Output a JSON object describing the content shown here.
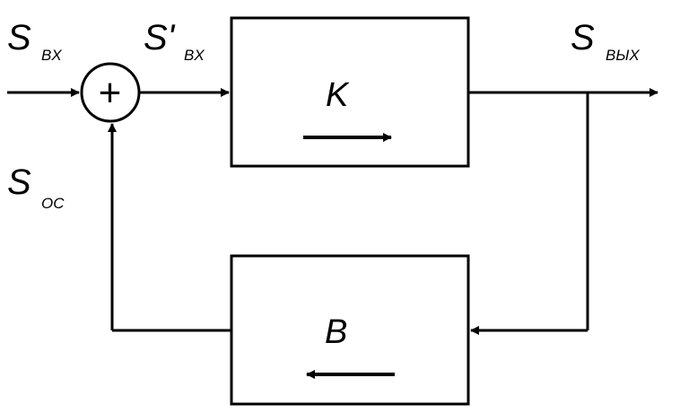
{
  "signals": {
    "input": {
      "main": "S",
      "sub": "BX"
    },
    "input_prime": {
      "main": "S'",
      "sub": "BX"
    },
    "output": {
      "main": "S",
      "sub": "BЫX"
    },
    "feedback": {
      "main": "S",
      "sub": "OC"
    }
  },
  "blocks": {
    "forward": {
      "label": "K"
    },
    "feedback": {
      "label": "B"
    }
  },
  "summer": {
    "symbol": "+"
  },
  "colors": {
    "stroke": "#000000",
    "background": "#ffffff"
  }
}
